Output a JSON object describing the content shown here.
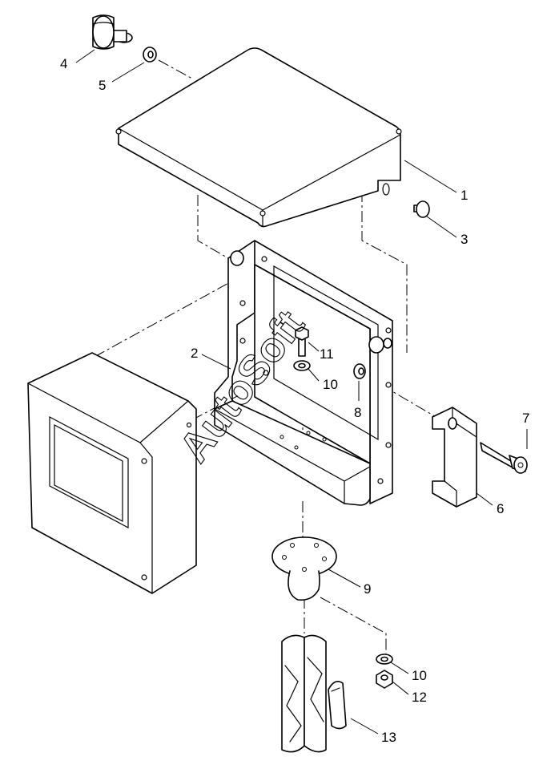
{
  "watermark": "AutoSoft",
  "callouts": [
    "1",
    "2",
    "3",
    "4",
    "5",
    "6",
    "7",
    "8",
    "9",
    "10",
    "10",
    "11",
    "12",
    "13"
  ]
}
